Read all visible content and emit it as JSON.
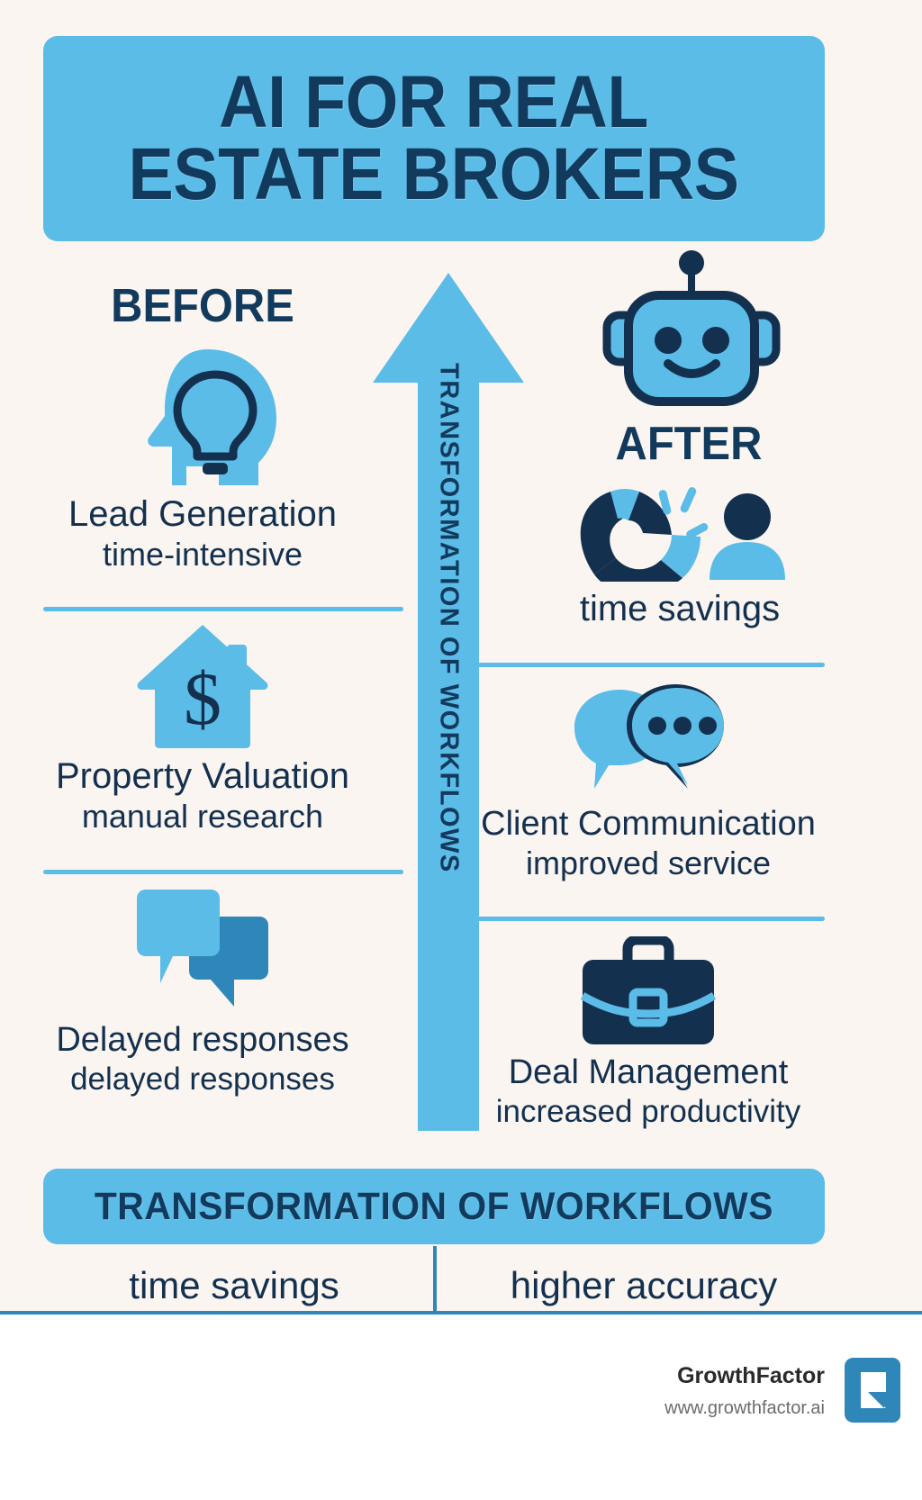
{
  "header": {
    "title_line1": "AI FOR REAL",
    "title_line2": "ESTATE BROKERS",
    "band_color": "#5BBCE8",
    "text_color": "#123A5C"
  },
  "columns": {
    "before_heading": "BEFORE",
    "after_heading": "AFTER"
  },
  "arrow": {
    "label": "TRANSFORMATION OF WORKFLOWS",
    "color": "#5BBCE8"
  },
  "before_items": [
    {
      "icon": "head-lightbulb-icon",
      "title": "Lead Generation",
      "sub": "time-intensive"
    },
    {
      "icon": "house-dollar-icon",
      "title": "Property Valuation",
      "sub": "manual research"
    },
    {
      "icon": "chat-bubbles-icon",
      "title": "Delayed responses",
      "sub": "delayed responses"
    }
  ],
  "after_items": [
    {
      "icon": "magnet-person-icon",
      "title": "time savings",
      "sub": ""
    },
    {
      "icon": "speech-bubbles-dots-icon",
      "title": "Client Communication",
      "sub": "improved service"
    },
    {
      "icon": "briefcase-icon",
      "title": "Deal Management",
      "sub": "increased productivity"
    }
  ],
  "bottom_banner": {
    "label": "TRANSFORMATION OF WORKFLOWS"
  },
  "bottom_split": {
    "left": "time savings",
    "right": "higher accuracy"
  },
  "footer": {
    "brand": "GrowthFactor",
    "url": "www.growthfactor.ai",
    "logo": "growthfactor-g-logo",
    "logo_color": "#2E87B8",
    "rule_color": "#2E87B8"
  },
  "palette": {
    "background": "#FAF5F0",
    "light_blue": "#5BBCE8",
    "mid_blue": "#2E87B8",
    "navy": "#14304F"
  }
}
